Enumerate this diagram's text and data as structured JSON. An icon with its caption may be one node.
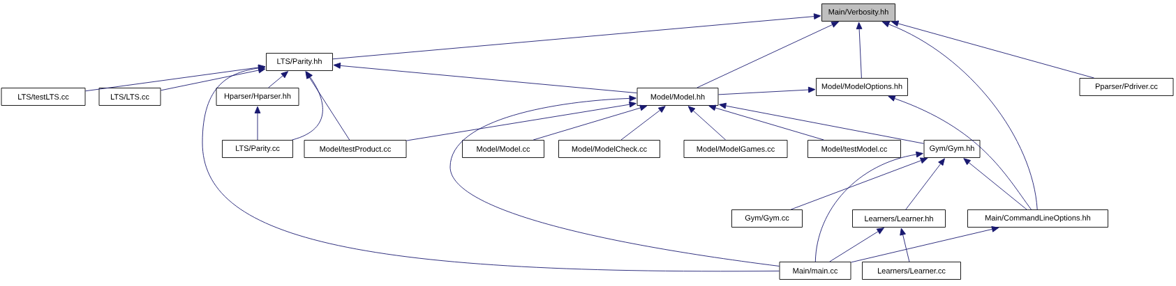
{
  "diagram": {
    "nodes": [
      {
        "text": [
          "Main/Verbosity.hh"
        ]
      },
      {
        "text": [
          "LTS/Parity.hh"
        ]
      },
      {
        "text": [
          "Model/ModelOptions.hh"
        ]
      },
      {
        "text": [
          "Pparser/Pdriver.cc"
        ]
      },
      {
        "text": [
          "LTS/testLTS.cc"
        ]
      },
      {
        "text": [
          "LTS/LTS.cc"
        ]
      },
      {
        "text": [
          "Hparser/Hparser.hh"
        ]
      },
      {
        "text": [
          "Model/Model.hh"
        ]
      },
      {
        "text": [
          "LTS/Parity.cc"
        ]
      },
      {
        "text": [
          "Model/testProduct.cc"
        ]
      },
      {
        "text": [
          "Model/Model.cc"
        ]
      },
      {
        "text": [
          "Model/ModelCheck.cc"
        ]
      },
      {
        "text": [
          "Model/ModelGames.cc"
        ]
      },
      {
        "text": [
          "Model/testModel.cc"
        ]
      },
      {
        "text": [
          "Gym/Gym.hh"
        ]
      },
      {
        "text": [
          "Gym/Gym.cc"
        ]
      },
      {
        "text": [
          "Learners/Learner.hh"
        ]
      },
      {
        "text": [
          "Main/CommandLineOptions.hh"
        ]
      },
      {
        "text": [
          "Main/main.cc"
        ]
      },
      {
        "text": [
          "Learners/Learner.cc"
        ]
      }
    ],
    "edges": [
      {
        "from": 1,
        "to": 0,
        "arrow": "to"
      },
      {
        "from": 7,
        "to": 0,
        "arrow": "to"
      },
      {
        "from": 2,
        "to": 0,
        "arrow": "to"
      },
      {
        "from": 17,
        "to": 0,
        "arrow": "to"
      },
      {
        "from": 3,
        "to": 0,
        "arrow": "to"
      },
      {
        "from": 4,
        "to": 1,
        "arrow": "to"
      },
      {
        "from": 5,
        "to": 1,
        "arrow": "to"
      },
      {
        "from": 6,
        "to": 1,
        "arrow": "to"
      },
      {
        "from": 8,
        "to": 1,
        "arrow": "to"
      },
      {
        "from": 9,
        "to": 1,
        "arrow": "to"
      },
      {
        "from": 7,
        "to": 1,
        "arrow": "to"
      },
      {
        "from": 18,
        "to": 1,
        "arrow": "to"
      },
      {
        "from": 7,
        "to": 2,
        "arrow": "to"
      },
      {
        "from": 17,
        "to": 2,
        "arrow": "to"
      },
      {
        "from": 8,
        "to": 6,
        "arrow": "to"
      },
      {
        "from": 9,
        "to": 7,
        "arrow": "to"
      },
      {
        "from": 10,
        "to": 7,
        "arrow": "to"
      },
      {
        "from": 11,
        "to": 7,
        "arrow": "to"
      },
      {
        "from": 12,
        "to": 7,
        "arrow": "to"
      },
      {
        "from": 13,
        "to": 7,
        "arrow": "to"
      },
      {
        "from": 14,
        "to": 7,
        "arrow": "to"
      },
      {
        "from": 18,
        "to": 7,
        "arrow": "to"
      },
      {
        "from": 15,
        "to": 14,
        "arrow": "to"
      },
      {
        "from": 16,
        "to": 14,
        "arrow": "to"
      },
      {
        "from": 17,
        "to": 14,
        "arrow": "to"
      },
      {
        "from": 18,
        "to": 14,
        "arrow": "to"
      },
      {
        "from": 18,
        "to": 16,
        "arrow": "to"
      },
      {
        "from": 19,
        "to": 16,
        "arrow": "to"
      },
      {
        "from": 18,
        "to": 17,
        "arrow": "to"
      }
    ]
  }
}
